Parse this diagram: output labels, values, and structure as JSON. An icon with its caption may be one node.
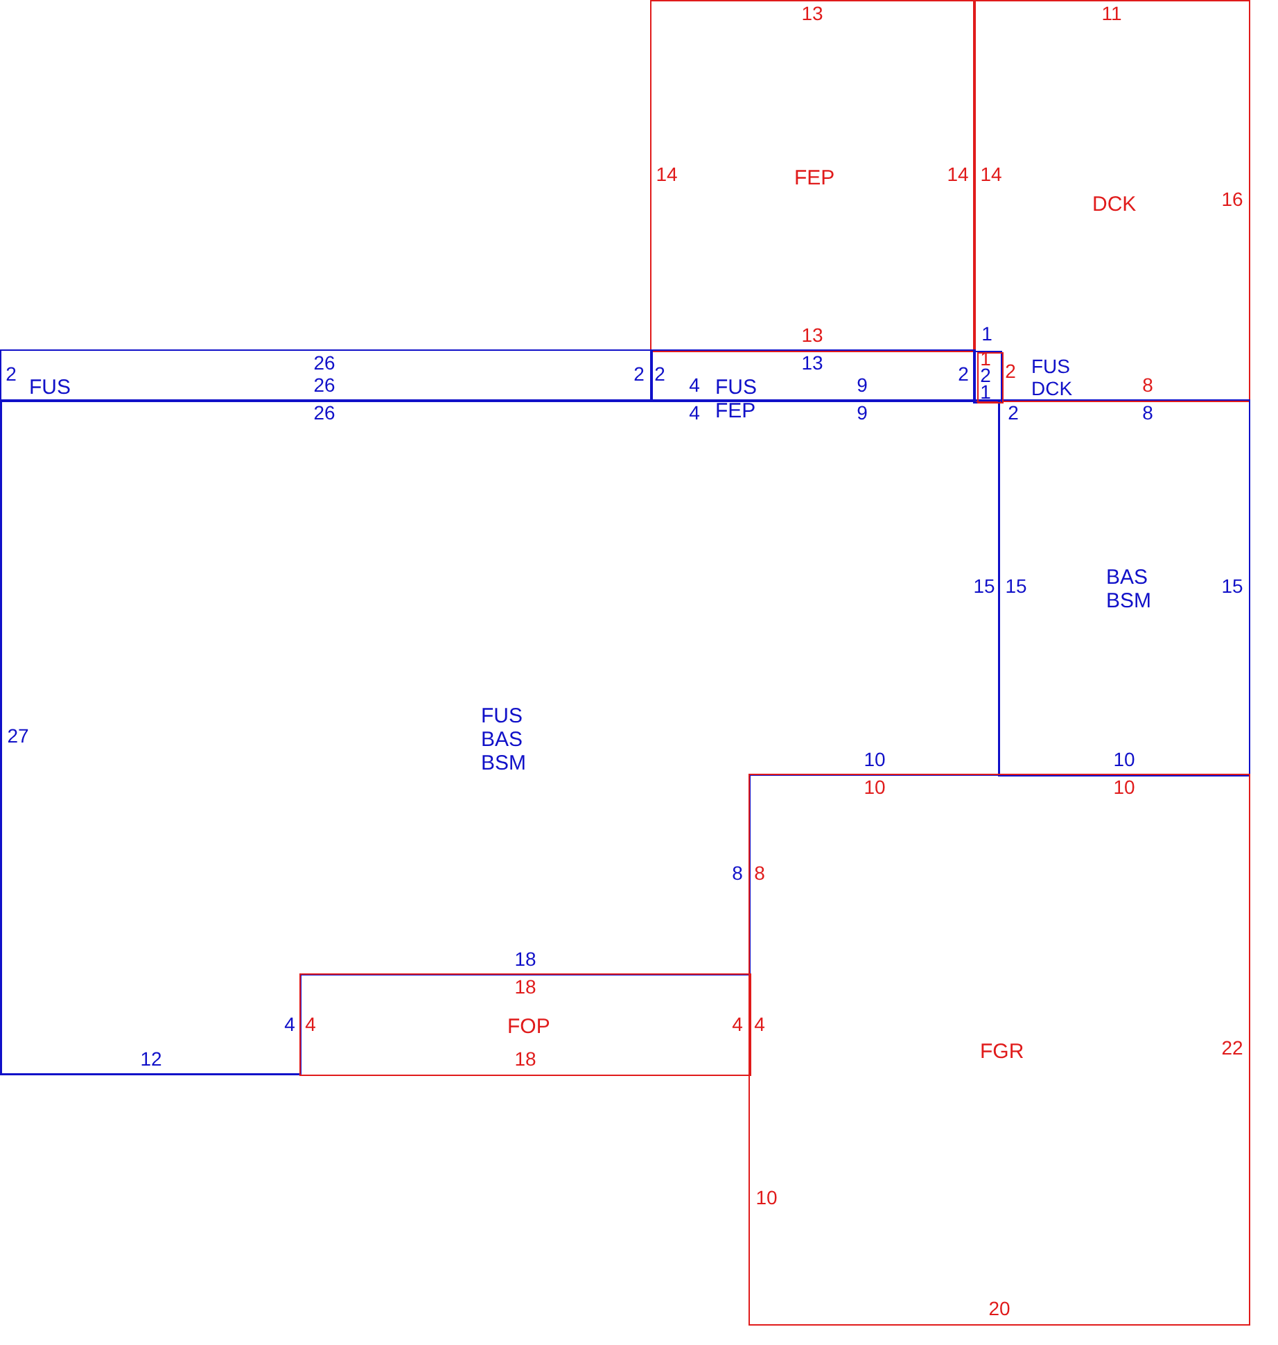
{
  "diagram": {
    "nodes": [
      {
        "text": [
          "FEP"
        ]
      },
      {
        "text": [
          "DCK"
        ]
      },
      {
        "text": [
          "FUS"
        ]
      },
      {
        "text": [
          "FUS FEP"
        ]
      },
      {
        "text": [],
        "shape": "box",
        "in": 1
      },
      {
        "text": [
          "FUS DCK"
        ],
        "in": 1
      },
      {
        "text": [
          "FUS BAS BSM"
        ]
      },
      {
        "text": [
          "BAS BSM"
        ]
      },
      {
        "text": [
          "FOP"
        ]
      },
      {
        "text": [
          "FGR"
        ]
      }
    ],
    "labels": [
      "13",
      "11",
      "14",
      "14",
      "14",
      "16",
      "13",
      "1",
      "26",
      "13",
      "1",
      "2",
      "2",
      "2",
      "2",
      "2",
      "2",
      "26",
      "4",
      "9",
      "1",
      "8",
      "26",
      "4",
      "9",
      "2",
      "8",
      "15",
      "15",
      "15",
      "27",
      "10",
      "10",
      "10",
      "10",
      "8",
      "8",
      "18",
      "18",
      "4",
      "4",
      "4",
      "4",
      "12",
      "18",
      "22",
      "10",
      "20"
    ]
  }
}
